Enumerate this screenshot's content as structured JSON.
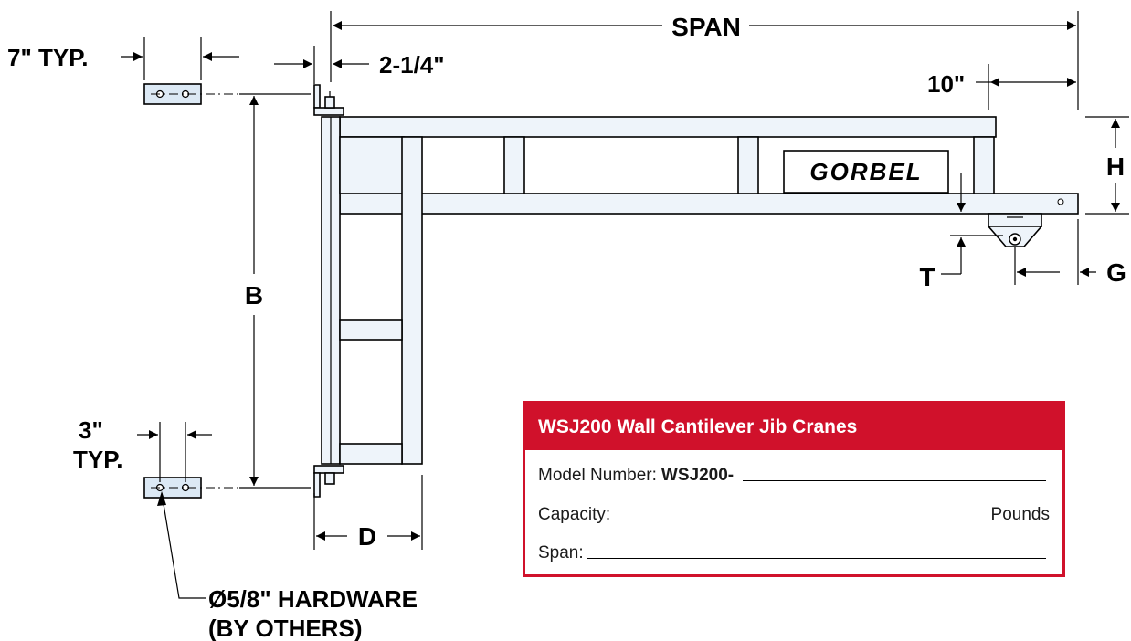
{
  "dimensions": {
    "span": "SPAN",
    "seven_typ": "7\" TYP.",
    "two_quarter": "2-1/4\"",
    "ten_inch": "10\"",
    "h": "H",
    "b": "B",
    "t": "T",
    "g": "G",
    "d": "D",
    "three": "3\"",
    "typ": "TYP.",
    "hardware_line1": "Ø5/8\" HARDWARE",
    "hardware_line2": "(BY OTHERS)"
  },
  "logo_text": "GORBEL",
  "spec_box": {
    "title": "WSJ200 Wall Cantilever Jib Cranes",
    "model_label": "Model Number:",
    "model_prefix": "WSJ200-",
    "capacity_label": "Capacity:",
    "capacity_unit": "Pounds",
    "span_label": "Span:",
    "accent_color": "#d0112b"
  },
  "colors": {
    "steel_fill": "#eef4fa",
    "plate_fill": "#dce9f5"
  }
}
